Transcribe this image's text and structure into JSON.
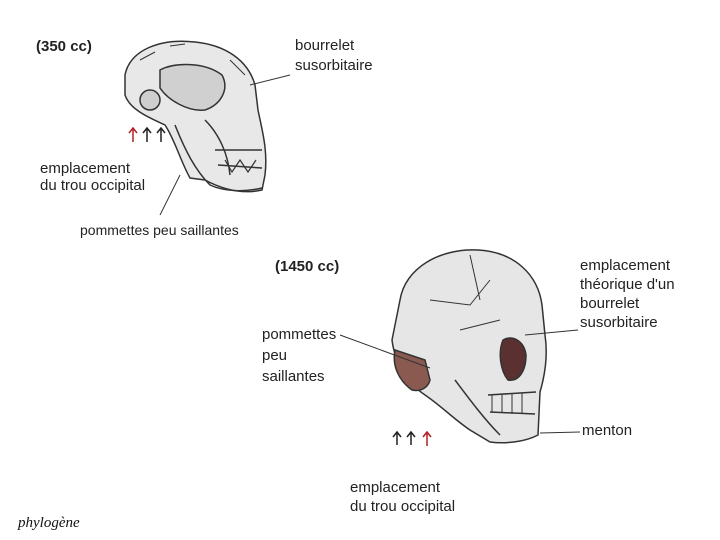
{
  "ape": {
    "volume": "(350 cc)",
    "brow_label": "bourrelet\nsusorbitaire",
    "foramen_label": "emplacement\ndu trou occipital",
    "cheek_label": "pommettes peu saillantes"
  },
  "human": {
    "volume": "(1450 cc)",
    "brow_label": "emplacement\nthéorique d'un\nbourrelet\nsusorbitaire",
    "cheek_label": "pommettes\npeu\nsaillantes",
    "chin_label": "menton",
    "foramen_label": "emplacement\ndu trou occipital"
  },
  "footer": "phylogène",
  "colors": {
    "arrow_red": "#b02020",
    "arrow_dark": "#222222",
    "bone": "#e6e6e6",
    "line": "#333333"
  }
}
